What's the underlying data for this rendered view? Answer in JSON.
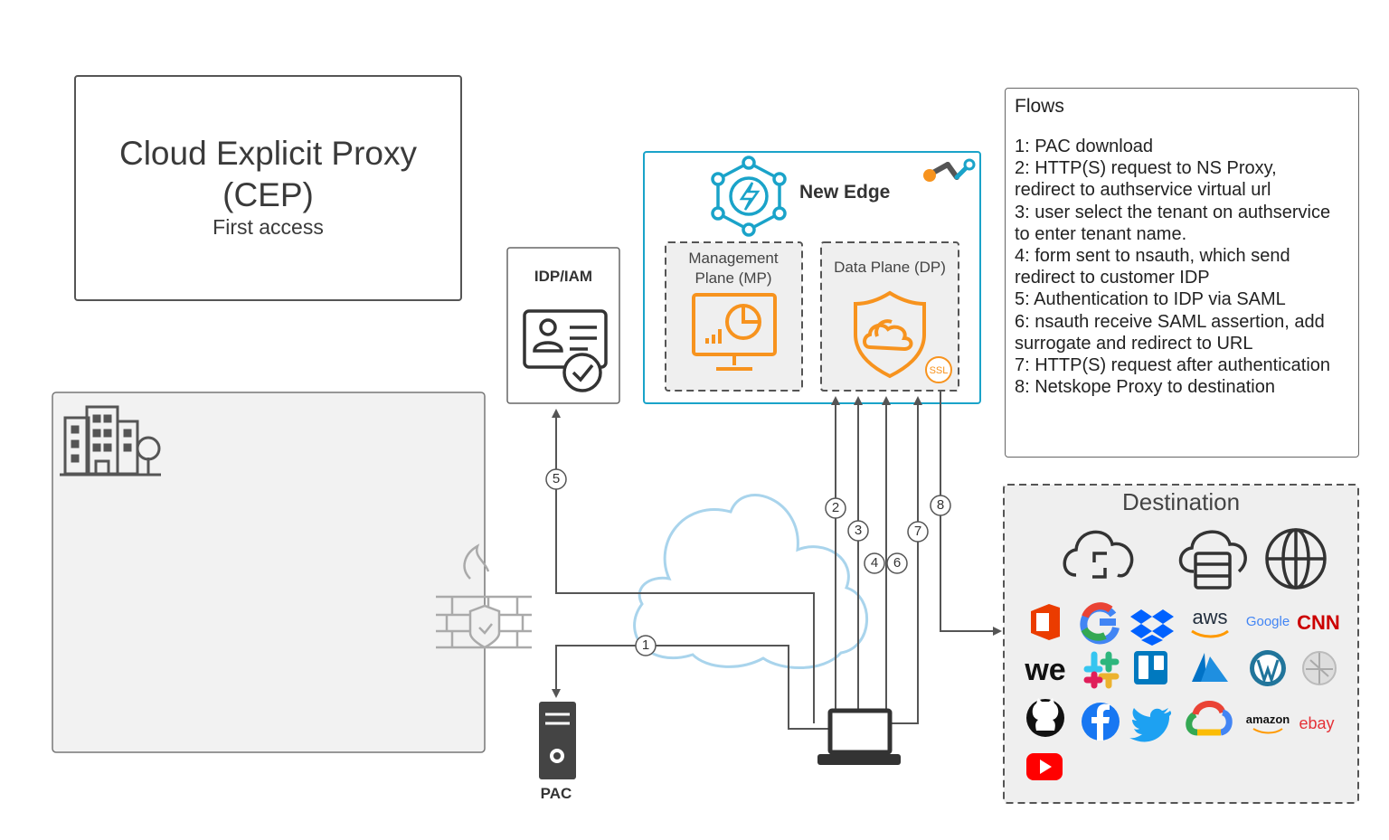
{
  "title": {
    "main": "Cloud Explicit Proxy (CEP)",
    "sub": "First access"
  },
  "flows": {
    "heading": "Flows",
    "items": [
      "1: PAC download",
      "2: HTTP(S) request to NS Proxy,\nredirect to authservice virtual url",
      "3: user select the tenant on authservice\nto enter tenant name.",
      "4: form sent to nsauth, which send\nredirect to customer IDP",
      "5: Authentication to IDP via SAML",
      "6: nsauth receive SAML assertion, add\nsurrogate and redirect to URL",
      "7: HTTP(S) request after authentication",
      "8: Netskope Proxy to destination"
    ]
  },
  "nodes": {
    "idp": "IDP/IAM",
    "pac": "PAC",
    "new_edge": "New Edge",
    "management_plane": "Management Plane (MP)",
    "data_plane": "Data Plane (DP)",
    "ssl_badge": "SSL",
    "destination": "Destination"
  },
  "steps": [
    "1",
    "2",
    "3",
    "4",
    "5",
    "6",
    "7",
    "8"
  ],
  "colors": {
    "accent_orange": "#f7931e",
    "accent_teal": "#1aa3c9",
    "line": "#555555",
    "cloud": "#a9d4ec"
  },
  "icons": [
    "building-icon",
    "firewall-icon",
    "id-card-icon",
    "server-icon",
    "laptop-icon",
    "monitor-chart-icon",
    "shield-cloud-icon",
    "hub-lightning-icon",
    "netskope-logo-icon",
    "cloud-sync-icon",
    "cloud-database-icon",
    "globe-icon"
  ],
  "brand_logos": {
    "aws": "aws",
    "google": "Google",
    "cnn": "CNN",
    "wetransfer": "we",
    "amazon": "amazon",
    "ebay": "ebay"
  }
}
